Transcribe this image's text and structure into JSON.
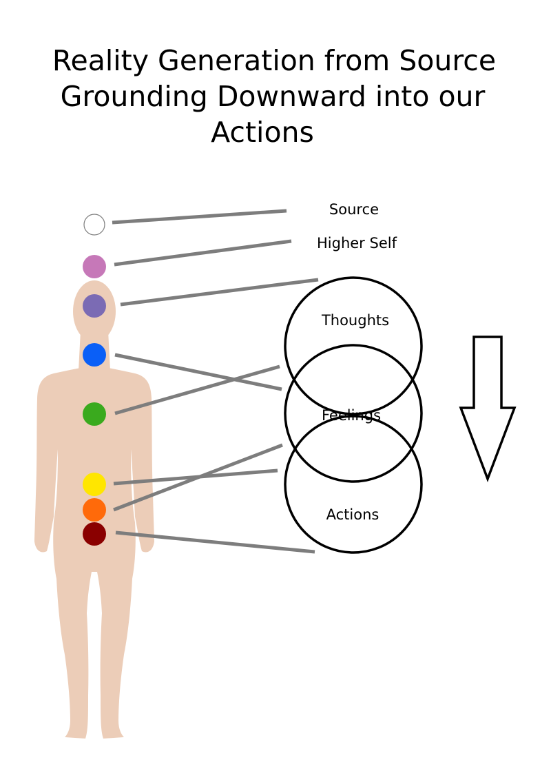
{
  "title": {
    "line1": "Reality Generation from Source",
    "line2": "Grounding Downward into our",
    "line3": "Actions"
  },
  "labels": {
    "source": "Source",
    "higher_self": "Higher Self",
    "thoughts": "Thoughts",
    "feelings": "Feelings",
    "actions": "Actions"
  },
  "chakra_colors": {
    "source": "#ffffff",
    "higher_self": "#c678b8",
    "third_eye": "#7b6bb4",
    "throat": "#0a5ff7",
    "heart": "#3aaa1e",
    "solar_plexus": "#ffe600",
    "sacral": "#ff6a0a",
    "root": "#8a0000"
  },
  "colors": {
    "body": "#eccdb8",
    "connector": "#7d7d7d",
    "outline": "#000000"
  }
}
